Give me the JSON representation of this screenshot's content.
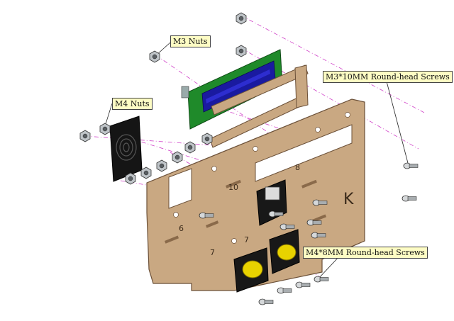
{
  "labels": {
    "m3_nuts": "M3 Nuts",
    "m4_nuts": "M4 Nuts",
    "m3x10_screws": "M3*10MM Round-head Screws",
    "m4x8_screws": "M4*8MM Round-head Screws"
  },
  "panel_marks": {
    "mark_8": "8",
    "mark_10": "10",
    "mark_7a": "7",
    "mark_7b": "7",
    "mark_6": "6",
    "mark_k": "K"
  },
  "colors": {
    "wood": "#c9a882",
    "wood_edge": "#6b5038",
    "pcb_green": "#1f8a2a",
    "lcd_blue": "#1a1aa0",
    "guide_line": "#d040c8",
    "callout_fill": "#fdfcc4",
    "button_yellow": "#e8d200"
  }
}
